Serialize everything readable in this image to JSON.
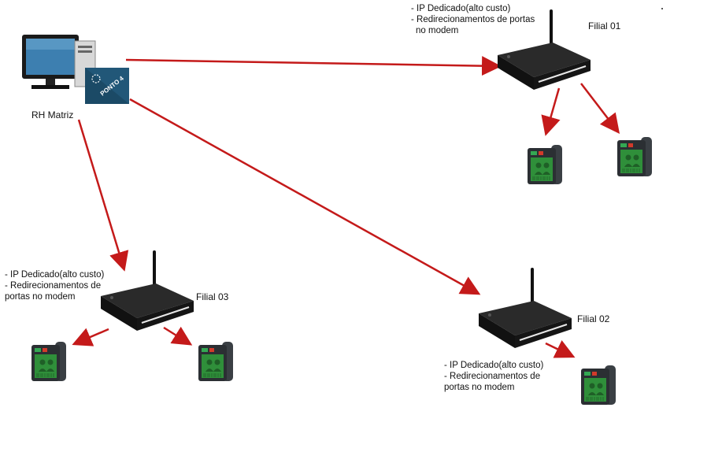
{
  "matriz": {
    "label": "RH Matriz",
    "software_badge": "PONTO 4"
  },
  "branches": [
    {
      "id": "filial01",
      "label": "Filial 01",
      "notes": [
        "- IP Dedicado(alto custo)",
        "- Redirecionamentos de portas",
        "no modem"
      ]
    },
    {
      "id": "filial02",
      "label": "Filial 02",
      "notes": [
        "- IP Dedicado(alto custo)",
        "- Redirecionamentos de",
        "portas no modem"
      ]
    },
    {
      "id": "filial03",
      "label": "Filial 03",
      "notes": [
        "- IP Dedicado(alto custo)",
        "- Redirecionamentos de",
        "portas no modem"
      ]
    }
  ],
  "colors": {
    "arrow": "#c41a1a",
    "router_body": "#1c1c1c",
    "terminal_green": "#2f8f3a",
    "terminal_body": "#3a3f44",
    "monitor_screen": "#3d7fb0"
  }
}
